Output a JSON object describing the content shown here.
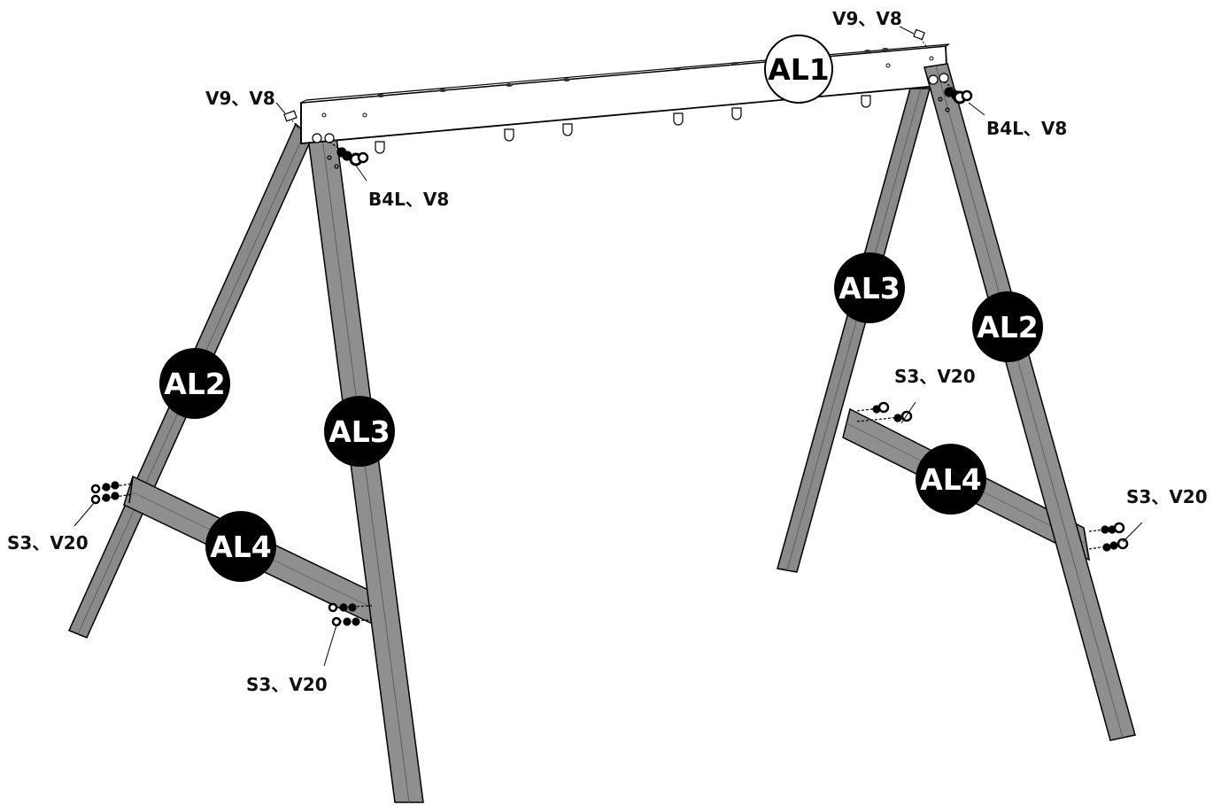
{
  "parts": {
    "beam": "AL1",
    "left_leg_outer": "AL2",
    "left_leg_inner": "AL3",
    "left_brace": "AL4",
    "right_leg_inner": "AL3",
    "right_leg_outer": "AL2",
    "right_brace": "AL4"
  },
  "callouts": {
    "top_left_pin": "V9、V8",
    "top_right_pin": "V9、V8",
    "left_bolts": "B4L、V8",
    "right_bolts": "B4L、V8",
    "left_brace_outer_screws": "S3、V20",
    "left_brace_inner_screws": "S3、V20",
    "right_brace_inner_screws": "S3、V20",
    "right_brace_outer_screws": "S3、V20"
  },
  "colors": {
    "wood_gray": "#8a8a8a",
    "wood_gray_dark": "#6f6f6f",
    "beam_white": "#ffffff",
    "outline": "#000000",
    "badge_dark": "#000000",
    "badge_light": "#ffffff"
  }
}
